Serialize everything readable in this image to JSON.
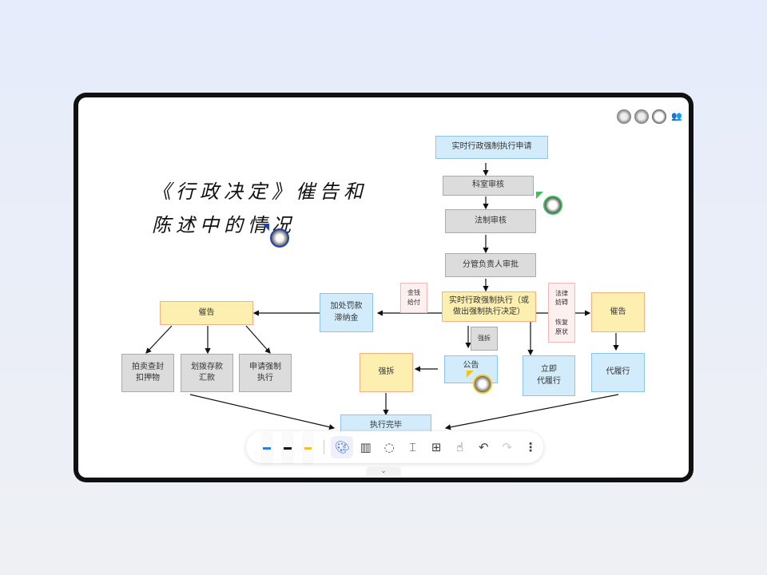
{
  "handwriting": {
    "line1": "《行政决定》催告和",
    "line2": "陈述中的情况"
  },
  "flow": {
    "apply": "实时行政强制执行申请",
    "dept_review": "科室审核",
    "legal_review": "法制审核",
    "leader_approval": "分管负责人审批",
    "execute": "实时行政强制执行（或\n做出强制执行决定）",
    "money": "金钱\n给付",
    "obstruct": "法律\n妨碍",
    "restore": "恢复\n原状",
    "notice_right": "催告",
    "penalty": "加处罚款\n滞纳金",
    "demolish_small": "强拆",
    "announce": "公告",
    "demolish": "强拆",
    "immediate": "立即\n代履行",
    "substitute": "代履行",
    "notice_left": "催告",
    "auction": "拍卖查封\n扣押物",
    "transfer": "划拨存款\n汇款",
    "apply_court": "申请强制\n执行",
    "done": "执行完毕"
  },
  "toolbar": {
    "tools": [
      "pen",
      "pencil",
      "highlighter",
      "palette",
      "eraser",
      "lasso",
      "spacing",
      "insert",
      "touch",
      "undo",
      "redo",
      "more"
    ],
    "active": "palette"
  },
  "colors": {
    "accent": "#3b6fd8",
    "blue_box": "#d3ecfc",
    "yellow_box": "#fcefb0",
    "gray_box": "#dcdcdc"
  }
}
